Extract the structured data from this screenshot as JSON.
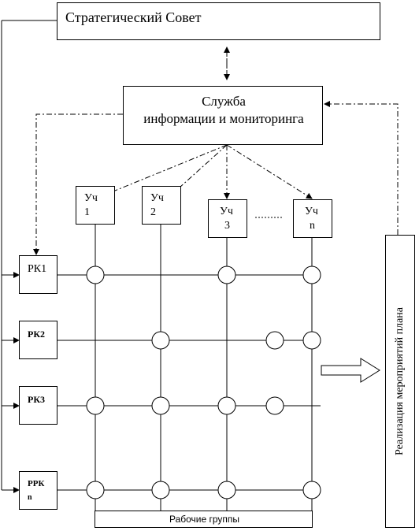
{
  "strategic_council": "Стратегический Совет",
  "info_service": {
    "line1": "Служба",
    "line2": "информации и мониторинга"
  },
  "participants": [
    {
      "line1": "Уч",
      "line2": "1"
    },
    {
      "line1": "Уч",
      "line2": "2"
    },
    {
      "line1": "Уч",
      "line2": "3"
    },
    {
      "line1": "Уч",
      "line2": "n"
    }
  ],
  "rows": [
    {
      "label": "РК1",
      "label2": ""
    },
    {
      "label": "РК2",
      "label2": ""
    },
    {
      "label": "РК3",
      "label2": ""
    },
    {
      "label": "РРК",
      "label2": "n"
    }
  ],
  "working_groups": "Рабочие группы",
  "plan_implementation": "Реализация мероприятий плана"
}
